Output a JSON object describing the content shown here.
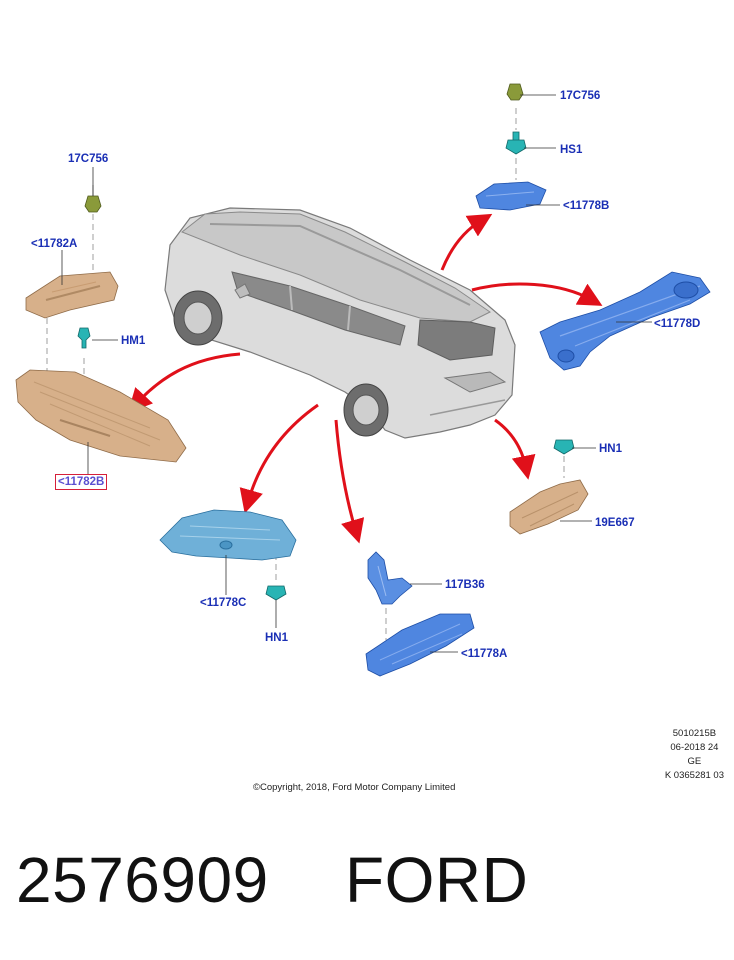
{
  "callouts": {
    "left_nut": "17C756",
    "left_panel_upper": "<11782A",
    "left_clip": "HM1",
    "left_panel_lower": "<11782B",
    "top_nut": "17C756",
    "top_clip": "HS1",
    "top_panel": "<11778B",
    "right_rail": "<11778D",
    "right_clip": "HN1",
    "right_panel": "19E667",
    "bottom_left_panel": "<11778C",
    "bottom_left_clip": "HN1",
    "bottom_bracket": "117B36",
    "bottom_panel": "<11778A"
  },
  "stamp": {
    "line1": "5010215B",
    "line2": "06-2018 24",
    "line3": "GE",
    "line4": "K 0365281 03"
  },
  "copyright": "©Copyright, 2018, Ford Motor Company Limited",
  "footer": {
    "part_number": "2576909",
    "brand": "FORD"
  },
  "colors": {
    "label": "#1a2fb5",
    "highlight_border": "#d61f3a",
    "arrow": "#e0101a",
    "panel_tan": "#d7b08a",
    "panel_blue": "#4f86e0",
    "clip_teal": "#28b4b4",
    "nut_olive": "#8a9a3a",
    "car_body": "#d6d6d6"
  }
}
